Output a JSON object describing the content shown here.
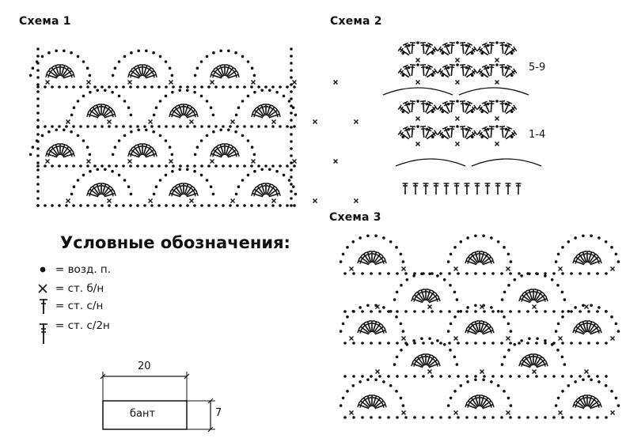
{
  "schemes": {
    "scheme1_title": "Схема 1",
    "scheme2_title": "Схема 2",
    "scheme3_title": "Схема 3",
    "scheme2_rows_top": "5-9",
    "scheme2_rows_bottom": "1-4"
  },
  "legend": {
    "title": "Условные обозначения:",
    "items": [
      {
        "symbol": "chain-dot-icon",
        "text": "= возд. п."
      },
      {
        "symbol": "single-crochet-x-icon",
        "text": "= ст. б/н"
      },
      {
        "symbol": "double-crochet-icon",
        "text": "= ст. с/н"
      },
      {
        "symbol": "double-crochet-two-yo-icon",
        "text": "= ст. с/2н"
      }
    ]
  },
  "bow": {
    "label": "бант",
    "width": "20",
    "height": "7"
  }
}
